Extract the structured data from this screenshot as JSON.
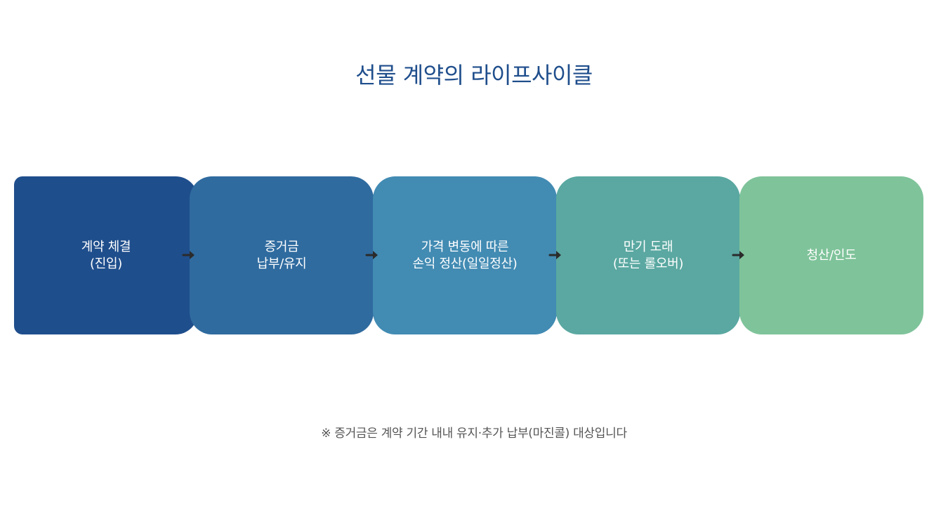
{
  "title": "선물 계약의 라이프사이클",
  "colors": {
    "title": "#1f4e8c",
    "note": "#555555",
    "arrow": "#2b2b2b"
  },
  "steps": [
    {
      "label": "계약 체결\n(진입)",
      "color": "#1f4e8c"
    },
    {
      "label": "증거금\n납부/유지",
      "color": "#2f6b9f"
    },
    {
      "label": "가격 변동에 따른\n손익 정산(일일정산)",
      "color": "#428bb3"
    },
    {
      "label": "만기 도래\n(또는 롤오버)",
      "color": "#5aa8a1"
    },
    {
      "label": "청산/인도",
      "color": "#7fc39a"
    }
  ],
  "note": "※ 증거금은 계약 기간 내내 유지·추가 납부(마진콜) 대상입니다"
}
